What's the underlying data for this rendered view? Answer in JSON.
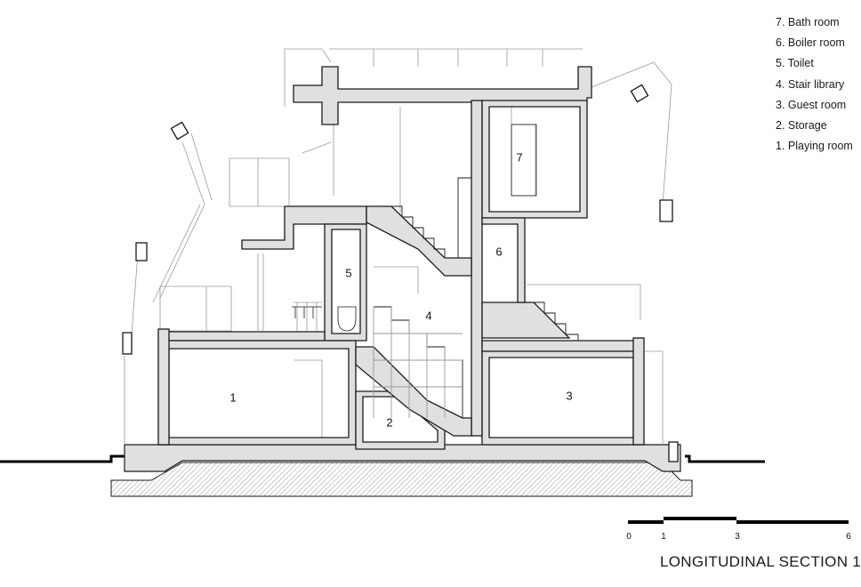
{
  "legend": [
    "7. Bath room",
    "6. Boiler room",
    "5. Toilet",
    "4. Stair library",
    "3. Guest room",
    "2. Storage",
    "1. Playing room"
  ],
  "rooms": [
    "1",
    "2",
    "3",
    "4",
    "5",
    "6",
    "7"
  ],
  "scale_bar": {
    "ticks": [
      "0",
      "1",
      "3",
      "6"
    ]
  },
  "title": "LONGITUDINAL SECTION 1",
  "colors": {
    "cut_fill": "#e0e0e0",
    "line": "#1a1a1a",
    "thin_line": "#9a9a9a",
    "background": "#ffffff"
  }
}
